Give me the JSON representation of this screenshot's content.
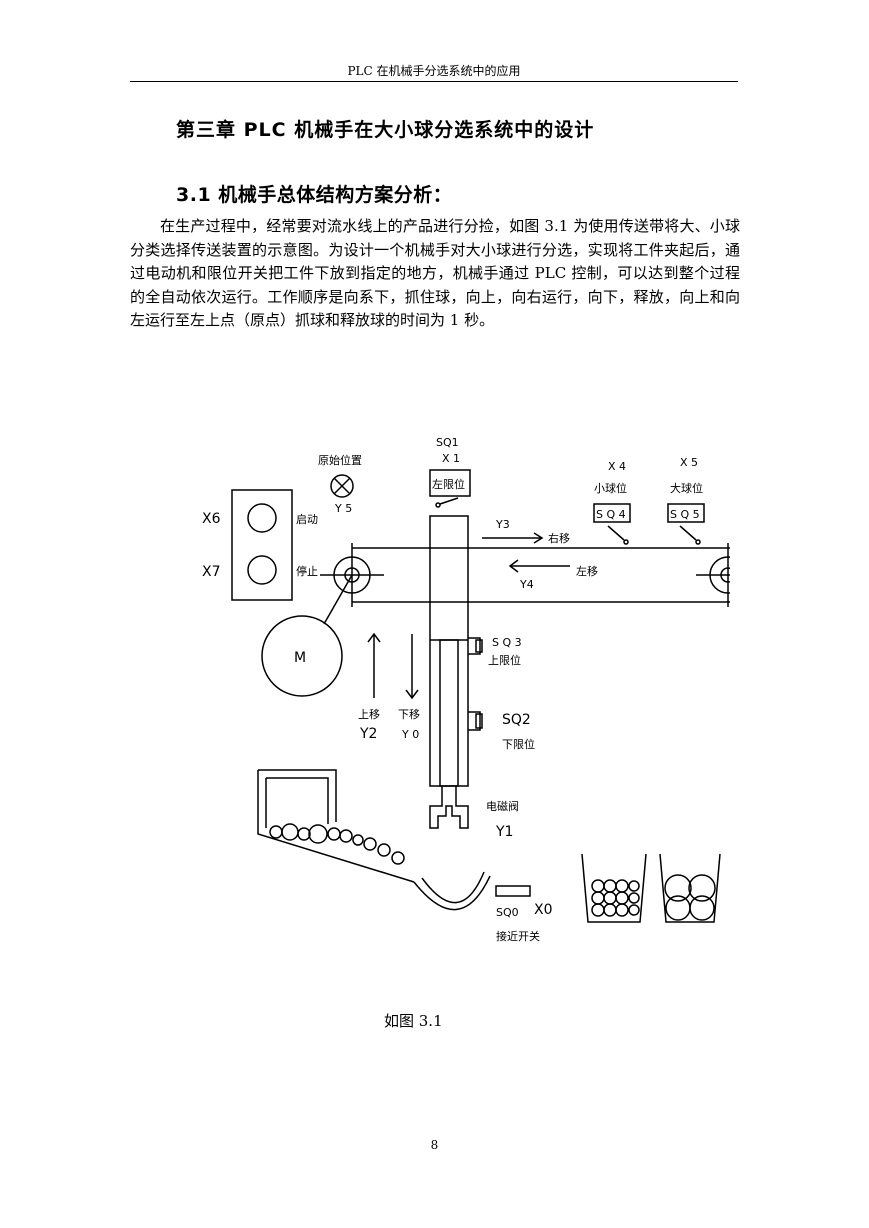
{
  "header": {
    "running_title": "PLC 在机械手分选系统中的应用"
  },
  "chapter": {
    "title": "第三章 PLC 机械手在大小球分选系统中的设计"
  },
  "section": {
    "title": "3.1 机械手总体结构方案分析："
  },
  "body": {
    "paragraph": "在生产过程中，经常要对流水线上的产品进行分捡，如图 3.1 为使用传送带将大、小球分类选择传送装置的示意图。为设计一个机械手对大小球进行分选，实现将工件夹起后，通过电动机和限位开关把工件下放到指定的地方，机械手通过 PLC 控制，可以达到整个过程的全自动依次运行。工作顺序是向系下，抓住球，向上，向右运行，向下，释放，向上和向左运行至左上点（原点）抓球和释放球的时间为 1 秒。"
  },
  "figure": {
    "labels": {
      "sq1": "SQ1",
      "x1": "X 1",
      "left_limit": "左限位",
      "origin": "原始位置",
      "y5": "Y 5",
      "x6": "X6",
      "x7": "X7",
      "start": "启动",
      "stop": "停止",
      "y3": "Y3",
      "right_move": "右移",
      "y4": "Y4",
      "left_move": "左移",
      "x4": "X 4",
      "small_ball_pos": "小球位",
      "sq4": "S Q 4",
      "x5": "X 5",
      "big_ball_pos": "大球位",
      "sq5": "S Q 5",
      "motor": "M",
      "sq3": "S Q 3",
      "upper_limit": "上限位",
      "sq2": "SQ2",
      "lower_limit": "下限位",
      "up": "上移",
      "down": "下移",
      "y2": "Y2",
      "y0": "Y 0",
      "solenoid": "电磁阀",
      "y1": "Y1",
      "sq0": "SQ0",
      "x0": "X0",
      "proximity": "接近开关"
    }
  },
  "caption": {
    "text": "如图 3.1"
  },
  "footer": {
    "page_number": "8"
  }
}
